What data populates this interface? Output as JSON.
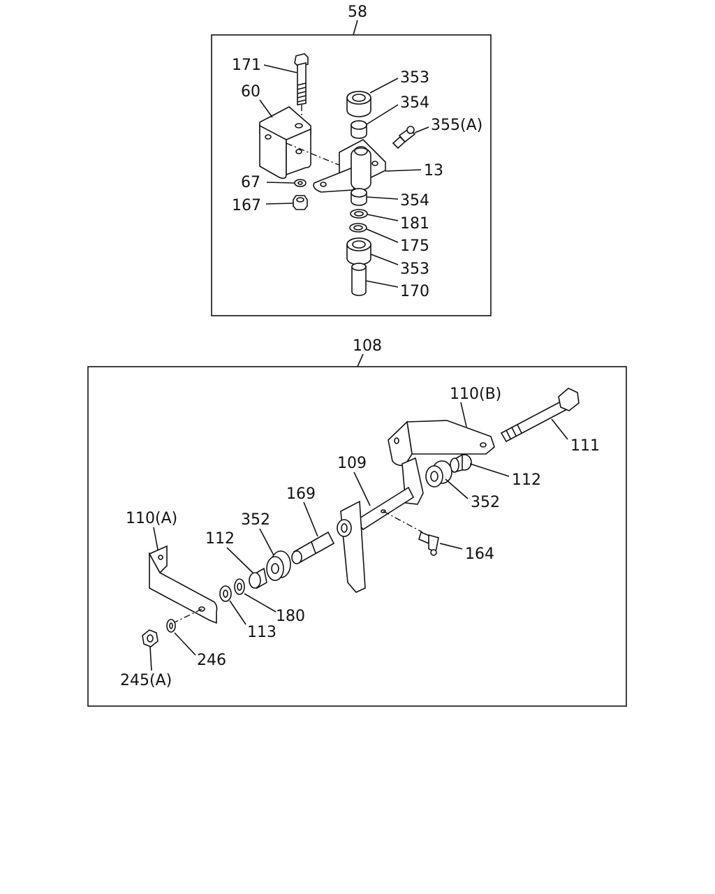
{
  "groups": [
    {
      "ref": "58"
    },
    {
      "ref": "108"
    }
  ],
  "callouts": {
    "g58": {
      "p171": "171",
      "p60": "60",
      "p353a": "353",
      "p354a": "354",
      "p355a": "355(A)",
      "p13": "13",
      "p67": "67",
      "p167": "167",
      "p354b": "354",
      "p181": "181",
      "p175": "175",
      "p353b": "353",
      "p170": "170"
    },
    "g108": {
      "p110b": "110(B)",
      "p111": "111",
      "p112a": "112",
      "p109": "109",
      "p352a": "352",
      "p169": "169",
      "p110a": "110(A)",
      "p352b": "352",
      "p112b": "112",
      "p164": "164",
      "p180": "180",
      "p113": "113",
      "p246": "246",
      "p245a": "245(A)"
    }
  }
}
